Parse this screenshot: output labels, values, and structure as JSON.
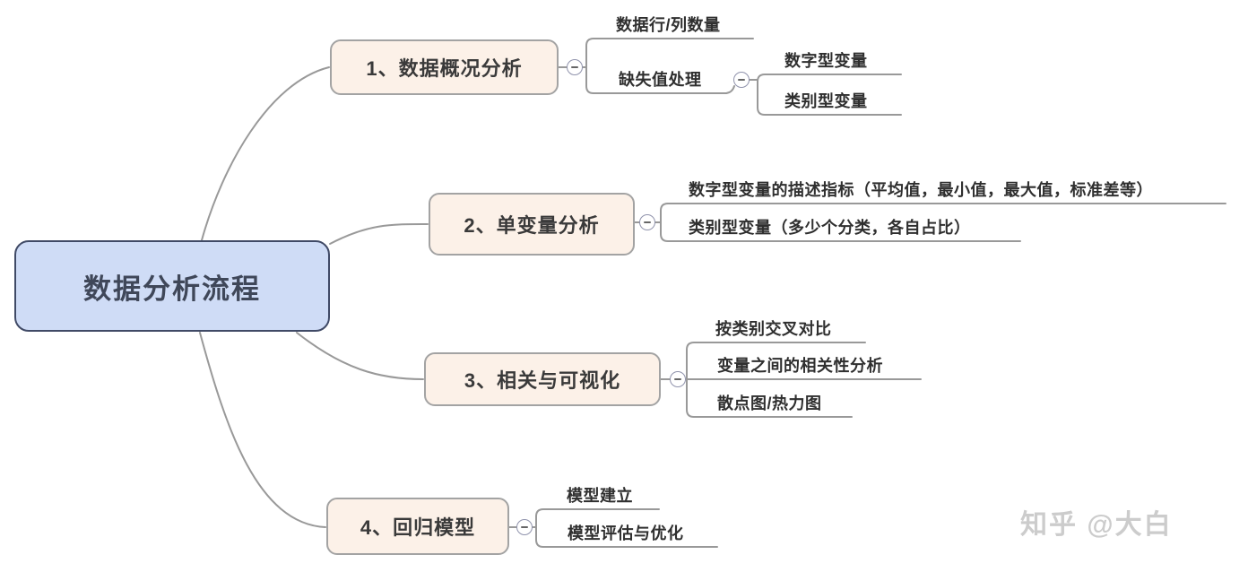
{
  "root": {
    "label": "数据分析流程"
  },
  "branches": [
    {
      "label": "1、数据概况分析",
      "children": [
        {
          "label": "数据行/列数量"
        },
        {
          "label": "缺失值处理",
          "children": [
            {
              "label": "数字型变量"
            },
            {
              "label": "类别型变量"
            }
          ]
        }
      ]
    },
    {
      "label": "2、单变量分析",
      "children": [
        {
          "label": "数字型变量的描述指标（平均值，最小值，最大值，标准差等）"
        },
        {
          "label": "类别型变量（多少个分类，各自占比）"
        }
      ]
    },
    {
      "label": "3、相关与可视化",
      "children": [
        {
          "label": "按类别交叉对比"
        },
        {
          "label": "变量之间的相关性分析"
        },
        {
          "label": "散点图/热力图"
        }
      ]
    },
    {
      "label": "4、回归模型",
      "children": [
        {
          "label": "模型建立"
        },
        {
          "label": "模型评估与优化"
        }
      ]
    }
  ],
  "icons": {
    "collapse": "minus-circle-icon"
  },
  "colors": {
    "background": "#ffffff",
    "root_fill": "#cfdcf6",
    "root_border": "#404a66",
    "root_text": "#3f4759",
    "branch_fill": "#fcf1e8",
    "branch_border": "#a3a3a3",
    "branch_text": "#3a3a3a",
    "leaf_text": "#2f2f2f",
    "line": "#999999",
    "button_border": "#9093ac",
    "watermark": "#cccccc"
  },
  "watermark": {
    "text": "知乎 @大白"
  }
}
